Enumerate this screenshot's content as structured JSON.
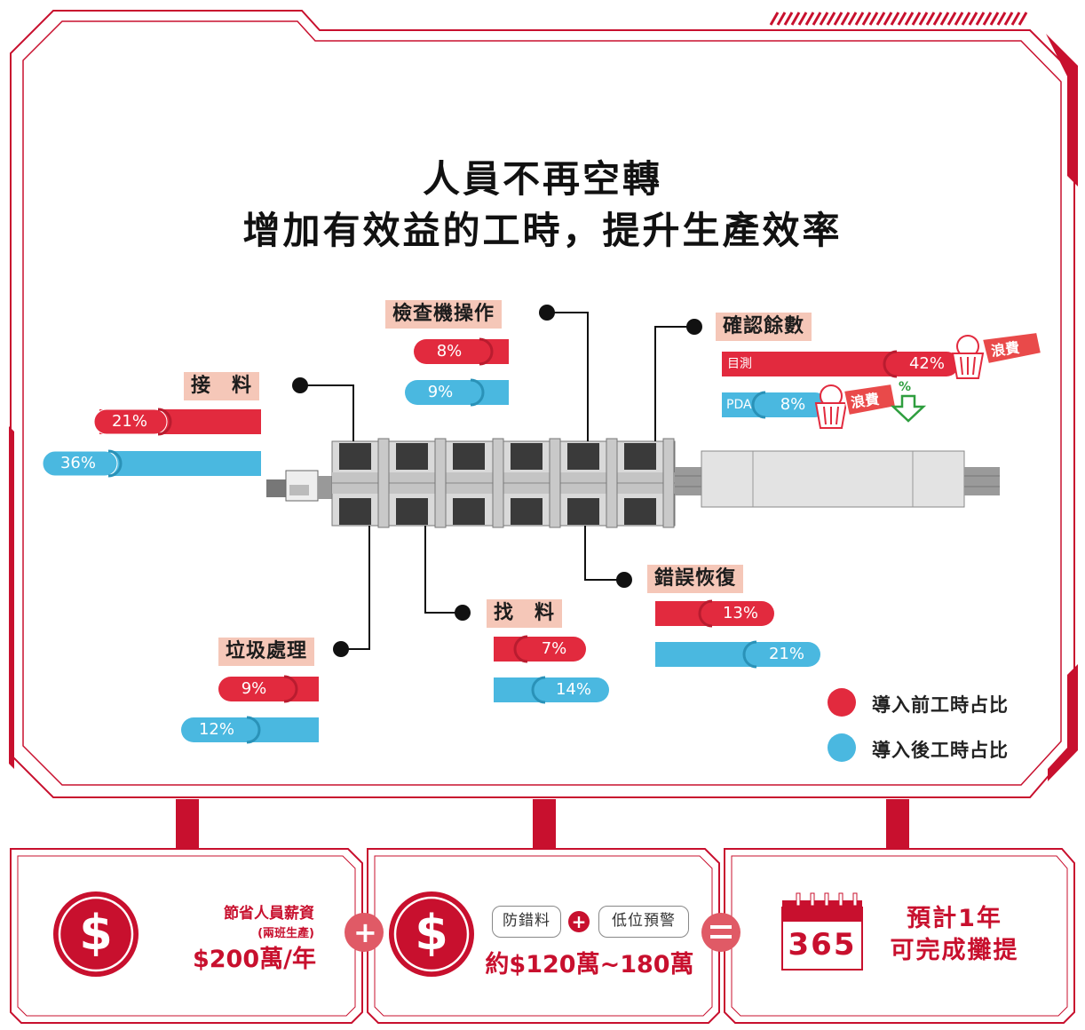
{
  "title": {
    "line1": "人員不再空轉",
    "line2": "增加有效益的工時，提升生產效率"
  },
  "colors": {
    "before": "#e22a3e",
    "after": "#4ab8e0",
    "label_bg": "#f5c7b8",
    "brand_red": "#c8102e"
  },
  "tasks": {
    "receive": {
      "label": "接　料",
      "before": "21%",
      "after": "36%"
    },
    "inspect": {
      "label": "檢查機操作",
      "before": "8%",
      "after": "9%"
    },
    "confirm": {
      "label": "確認餘數",
      "before_method": "目測",
      "before": "42%",
      "after_method": "PDA",
      "after": "8%",
      "waste_tag": "浪費",
      "reduction_pct": "%"
    },
    "trash": {
      "label": "垃圾處理",
      "before": "9%",
      "after": "12%"
    },
    "search": {
      "label": "找　料",
      "before": "7%",
      "after": "14%"
    },
    "error": {
      "label": "錯誤恢復",
      "before": "13%",
      "after": "21%"
    }
  },
  "legend": {
    "before": "導入前工時占比",
    "after": "導入後工時占比"
  },
  "bottom": {
    "box1": {
      "icon": "dollar-icon",
      "small1": "節省人員薪資",
      "small2": "(兩班生產)",
      "big": "$200萬/年"
    },
    "plus_icon": "+",
    "box2": {
      "icon": "dollar-icon",
      "chip1": "防錯料",
      "chip_plus": "+",
      "chip2": "低位預警",
      "big": "約$120萬~180萬"
    },
    "equals_icon": "=",
    "box3": {
      "icon": "calendar-icon",
      "calendar_number": "365",
      "line1": "預計1年",
      "line2": "可完成攤提"
    }
  }
}
